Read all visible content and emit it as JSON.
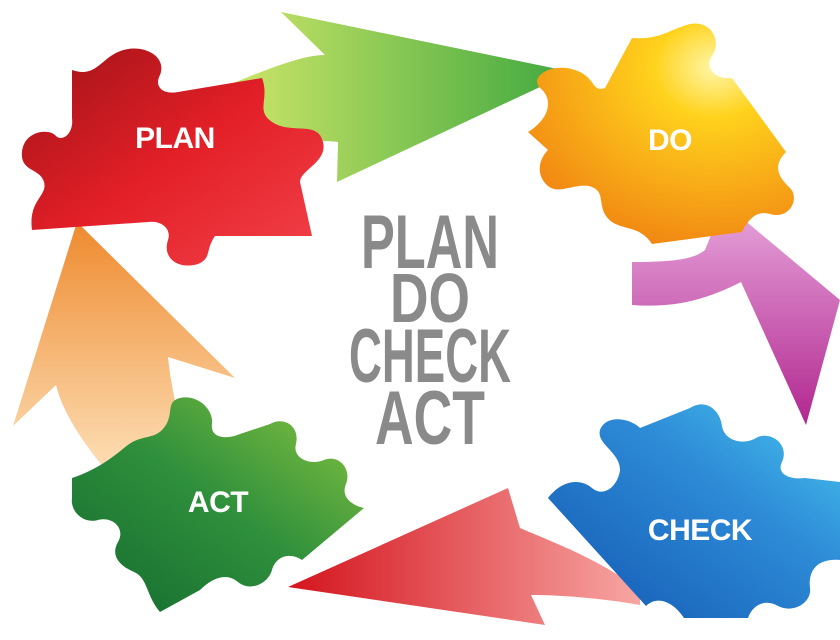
{
  "diagram": {
    "stages": [
      {
        "id": "plan",
        "label": "PLAN",
        "color": "#e3232b"
      },
      {
        "id": "do",
        "label": "DO",
        "color": "#f59b1c"
      },
      {
        "id": "check",
        "label": "CHECK",
        "color": "#2585cf"
      },
      {
        "id": "act",
        "label": "ACT",
        "color": "#2e8f3c"
      }
    ],
    "arrows": [
      {
        "from": "plan",
        "to": "do",
        "color": "#7cc24a"
      },
      {
        "from": "do",
        "to": "check",
        "color": "#c64fb0"
      },
      {
        "from": "check",
        "to": "act",
        "color": "#e0383c"
      },
      {
        "from": "act",
        "to": "plan",
        "color": "#f39d43"
      }
    ],
    "center": {
      "lines": [
        "PLAN",
        "DO",
        "CHECK",
        "ACT"
      ],
      "color": "#8a8a8a"
    }
  }
}
